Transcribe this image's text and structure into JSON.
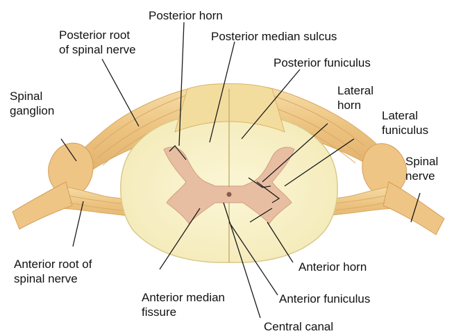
{
  "labels": {
    "posterior_horn": "Posterior horn",
    "posterior_root": [
      "Posterior root",
      "of spinal nerve"
    ],
    "posterior_median_sulcus": "Posterior median sulcus",
    "posterior_funiculus": "Posterior funiculus",
    "spinal_ganglion": [
      "Spinal",
      "ganglion"
    ],
    "lateral_horn": [
      "Lateral",
      "horn"
    ],
    "lateral_funiculus": [
      "Lateral",
      "funiculus"
    ],
    "spinal_nerve": [
      "Spinal",
      "nerve"
    ],
    "anterior_root": [
      "Anterior root of",
      "spinal nerve"
    ],
    "anterior_horn": "Anterior horn",
    "anterior_median_fissure": [
      "Anterior median",
      "fissure"
    ],
    "anterior_funiculus": "Anterior funiculus",
    "central_canal": "Central canal"
  },
  "colors": {
    "white_matter": "#f8f1c4",
    "gray_matter": "#e9bfa3",
    "nerve": "#efc98a",
    "leader_line": "#1a1a1a"
  }
}
